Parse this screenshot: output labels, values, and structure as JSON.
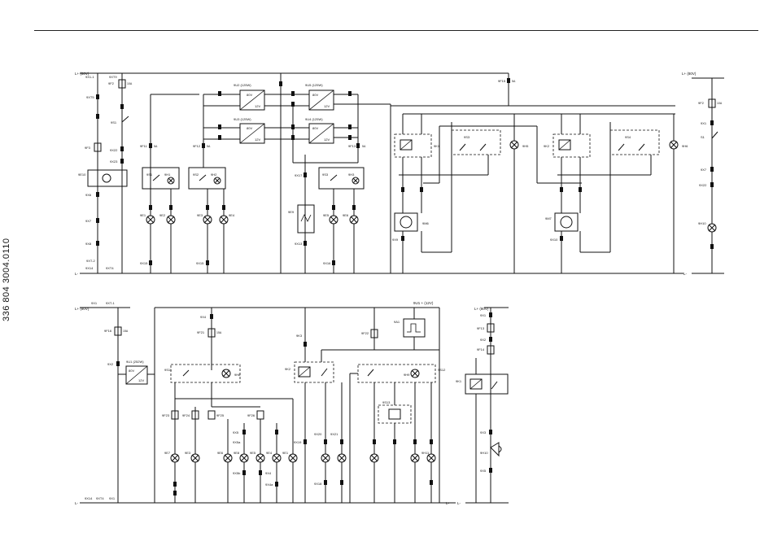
{
  "document": {
    "number": "336 804 3004.0110"
  },
  "rails": {
    "left_top_plus": "L+ (80V)",
    "left_top_minus": "L-",
    "right_top_plus": "L+ (80V)",
    "right_top_minus": "L-",
    "left_bottom_plus": "L+ (80V)",
    "left_bottom_minus": "L-",
    "mid_bottom_plus": "9U1 + (12V)",
    "mid_bottom_minus": "L-",
    "right_bottom_plus": "L+ (80V)",
    "right_bottom_minus": "L-"
  },
  "converters": {
    "u2": {
      "title": "9U2 (125W)",
      "in": "80V",
      "out": "12V"
    },
    "u3": {
      "title": "9U3 (125W)",
      "in": "80V",
      "out": "12V"
    },
    "u5": {
      "title": "9U5 (125W)",
      "in": "80V",
      "out": "12V"
    },
    "u4": {
      "title": "9U4 (125W)",
      "in": "80V",
      "out": "12V"
    },
    "u1": {
      "title": "9U1 (252W)",
      "in": "80V",
      "out": "12V"
    }
  },
  "top_left": {
    "fuse1": "9F2",
    "fuse1_rating": "10A",
    "x1": "9X1",
    "x1b": "9X1-1",
    "xt5": "9XT5",
    "xt9": "9XT9",
    "switch": "9S1",
    "x22": "9X22",
    "x23": "9X23",
    "f3": "9F3",
    "f3_rating": "15A",
    "horn": "9E10",
    "x6": "9X6",
    "x7": "9X7",
    "x8": "9X8",
    "x14": "9X14",
    "xt4": "9XT4",
    "xt2": "9XT-2"
  },
  "lamp_groups": {
    "g1": {
      "fuse": "9F11",
      "fuse_rating": "5A",
      "switch": "9S1",
      "relay": "9H1",
      "lamp1": "9E1",
      "lamp2": "9E2",
      "plug": "9X15"
    },
    "g2": {
      "fuse": "9F12",
      "fuse_rating": "5A",
      "switch": "9S2",
      "relay": "9H2",
      "lamp1": "9E3",
      "lamp2": "9E4",
      "plug": "9X15"
    },
    "g3": {
      "fuse": "9F13",
      "fuse_rating": "5A",
      "switch": "9S3",
      "relay": "9H3",
      "lamp1": "9E5",
      "lamp2": "9E6",
      "plug": "9X16"
    },
    "heater": {
      "label": "9E9",
      "plug1": "9X17",
      "plug2": "9X13"
    }
  },
  "top_right_block": {
    "fuse": "9F15",
    "fuse_rating": "5A",
    "m1": "9K1",
    "m2": "9K2",
    "s3": "9S3",
    "s4": "9S4",
    "h5": "9H5",
    "h6": "9H6",
    "motor1": "9M6",
    "motor2": "9M7",
    "x9": "9X9",
    "x10": "9X10"
  },
  "right_column": {
    "fuse": "9F2",
    "fuse_rating": "10A",
    "x1": "9X1",
    "switch": "S1",
    "x22": "9X22",
    "lamp": "9H10",
    "x7": "9X7"
  },
  "bottom_left": {
    "x1": "9X1",
    "xt1": "9XT-1",
    "fuse": "9F16",
    "fuse_rating": "15A",
    "x2": "9X2",
    "x14": "9X14",
    "xt4": "9XT4",
    "x1b": "9X1"
  },
  "bottom_mid": {
    "x4": "9X4",
    "fuse_main": "9F21",
    "fuse_main_rating": "15A",
    "switch": "9S11",
    "lamp": "9H8",
    "fuses": [
      "9F23",
      "9F24",
      "9F25",
      "9F26"
    ],
    "lamps": [
      "9E7",
      "9E3",
      "9E6",
      "9E8",
      "9E5",
      "9E4",
      "9E1"
    ],
    "plugs": [
      "9X5",
      "9X5a",
      "9X5b",
      "9X4",
      "9X4a"
    ],
    "relay": "9K2",
    "relay2": "9K3",
    "f22": "9F22",
    "timer": "9A1",
    "s12": "9S12",
    "s13": "9S13",
    "h9": "9H9",
    "h11": "9H11",
    "plug_row": [
      "9X19",
      "9X20",
      "9X21",
      "9X18"
    ]
  },
  "bottom_right": {
    "x1": "9X1",
    "f13": "9F13",
    "f14": "9F14",
    "x2": "9X2",
    "relay": "9K1",
    "plug": "9X3",
    "horn": "9H10",
    "x5": "9X5"
  }
}
